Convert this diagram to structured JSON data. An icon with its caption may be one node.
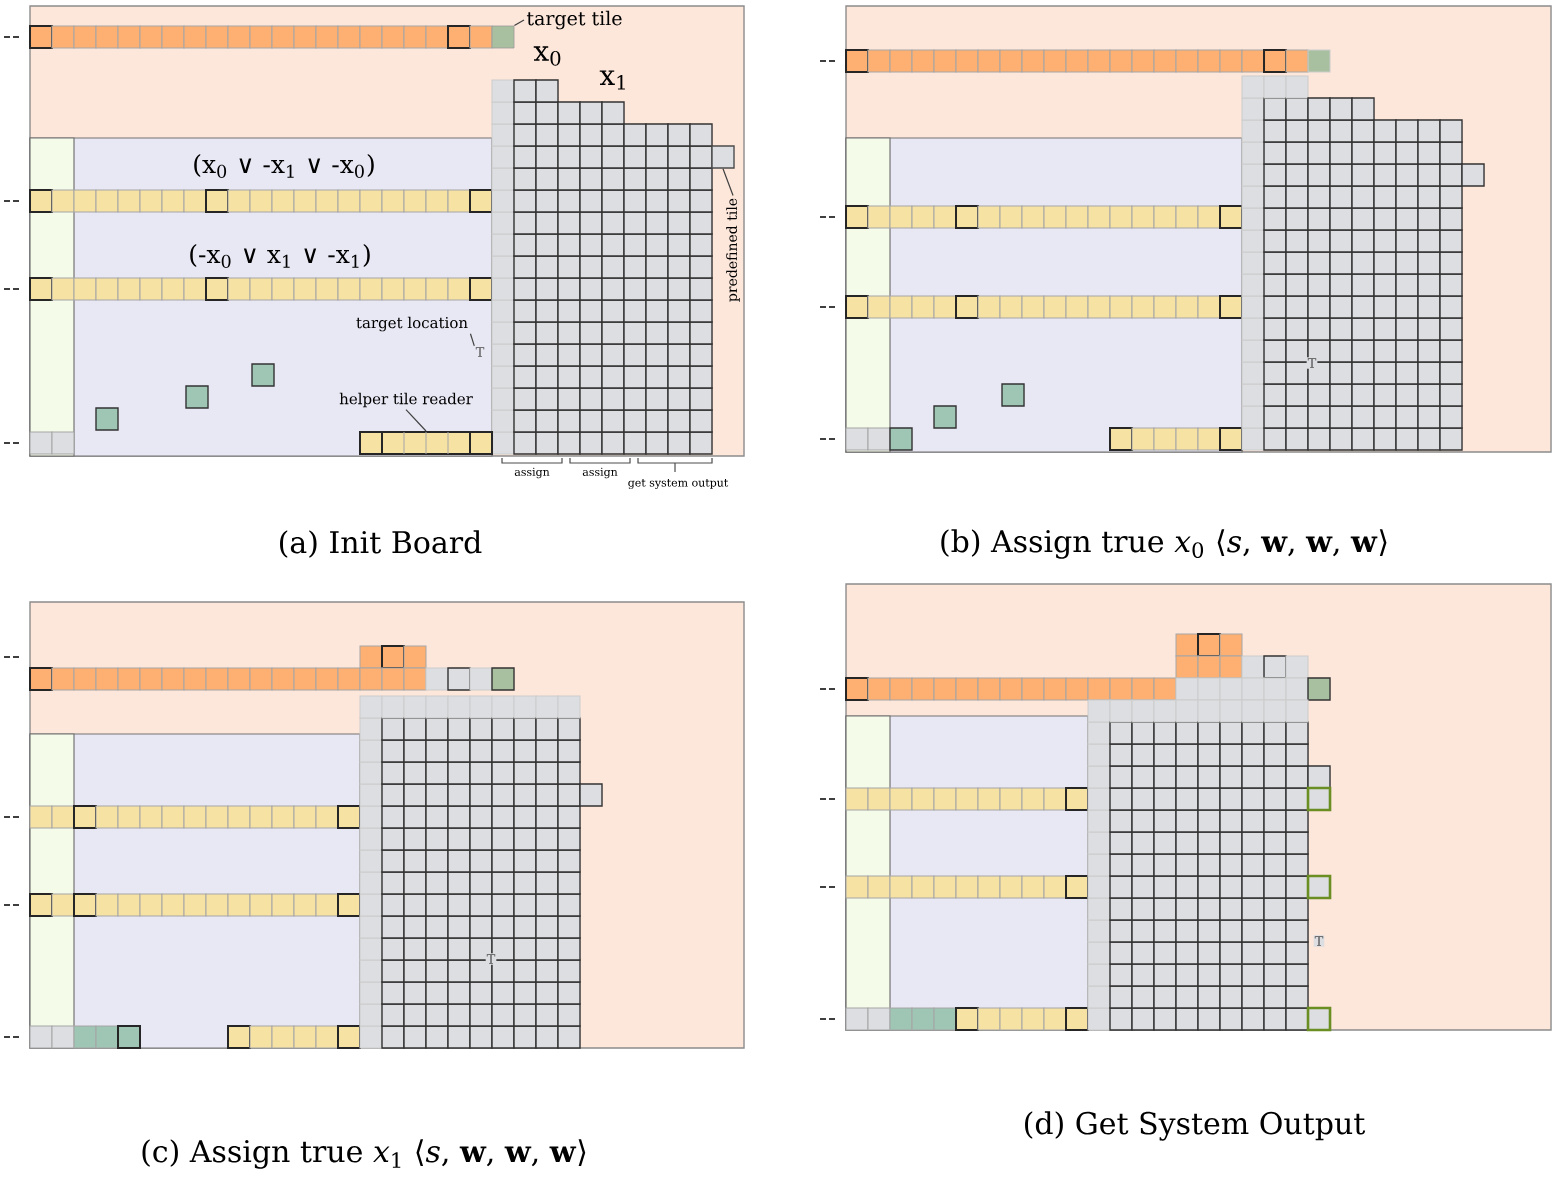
{
  "diagram": {
    "nodes": [
      {
        "text": [
          "target tile"
        ]
      },
      {
        "text": [],
        "shape": "box"
      },
      {
        "text": [
          "target location"
        ]
      },
      {
        "text": [
          "T"
        ]
      },
      {
        "text": [
          "helper tile reader"
        ]
      },
      {
        "text": [],
        "shape": "bar"
      },
      {
        "text": [
          "predefined tile"
        ]
      },
      {
        "text": [],
        "shape": "box"
      }
    ],
    "edges": [
      {
        "from": 0,
        "to": 1,
        "arrow": "none"
      },
      {
        "from": 2,
        "to": 3,
        "arrow": "none"
      },
      {
        "from": 4,
        "to": 5,
        "arrow": "none"
      },
      {
        "from": 6,
        "to": 7,
        "arrow": "none"
      }
    ],
    "labels": [
      "x$_{0}$",
      "x$_{1}$",
      "(x$_{0}$ ∨ -x$_{1}$ ∨ -x$_{0}$)",
      "(-x$_{0}$ ∨ x$_{1}$ ∨ -x$_{1}$)",
      "assign",
      "assign",
      "get system output",
      "T",
      "(a) Init Board",
      "(b) Assign true *x*$_{0}$ ⟨*s*, **w**, **w**, **w**⟩",
      "T",
      "T",
      "(c) Assign true *x*$_{1}$ ⟨*s*, **w**, **w**, **w**⟩",
      "(d) Get System Output"
    ]
  }
}
